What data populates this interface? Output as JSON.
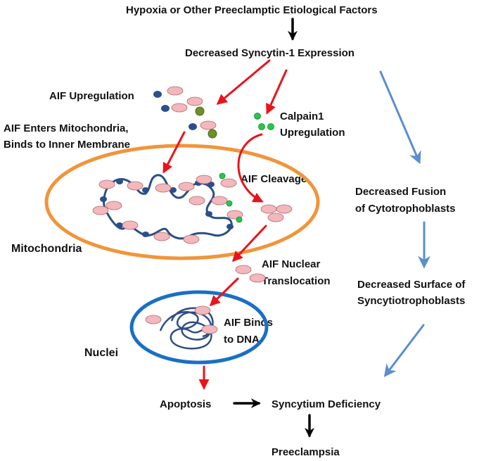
{
  "labels": {
    "top": "Hypoxia or  Other Preeclamptic Etiological Factors",
    "syncytin": "Decreased Syncytin-1 Expression",
    "aif_up": "AIF Upregulation",
    "aif_enters_1": "AIF Enters Mitochondria,",
    "aif_enters_2": "Binds to Inner Membrane",
    "calpain_1": "Calpain1",
    "calpain_2": "Upregulation",
    "aif_cleavage": "AIF Cleavage",
    "fusion_1": "Decreased  Fusion",
    "fusion_2": "of Cytotrophoblasts",
    "mito": "Mitochondria",
    "nuclear_1": "AIF Nuclear",
    "nuclear_2": "Translocation",
    "surface_1": "Decreased  Surface of",
    "surface_2": "Syncytiotrophoblasts",
    "binds_1": "AIF Binds",
    "binds_2": "to DNA",
    "nuclei": "Nuclei",
    "apoptosis": "Apoptosis",
    "syncytium": "Syncytium Deficiency",
    "preeclampsia": "Preeclampsia"
  },
  "colors": {
    "red_arrow": "#e8141b",
    "blue_arrow": "#5b8ecf",
    "black_arrow": "#000000",
    "mito_outline": "#f0953a",
    "nucleus_outline": "#1a6fc4",
    "membrane": "#2c4e86",
    "aif_fill": "#f2b8bc",
    "dark_dot": "#2b4f8c",
    "calpain": "#28c64a",
    "olive_dot": "#6f8f2a"
  }
}
